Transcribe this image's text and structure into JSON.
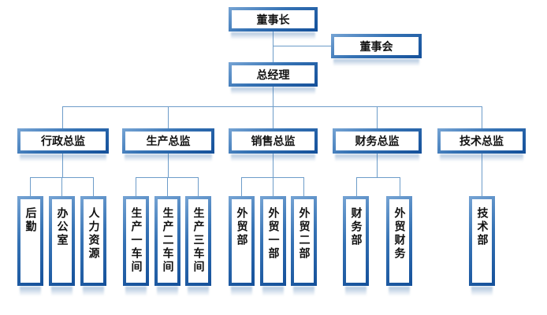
{
  "diagram_type": "organization-chart",
  "org": {
    "chairman": {
      "label": "董事长"
    },
    "board": {
      "label": "董事会"
    },
    "general_manager": {
      "label": "总经理"
    },
    "departments": [
      {
        "label": "行政总监",
        "children": [
          "后勤",
          "办公室",
          "人力资源"
        ]
      },
      {
        "label": "生产总监",
        "children": [
          "生产一车间",
          "生产二车间",
          "生产三车间"
        ]
      },
      {
        "label": "销售总监",
        "children": [
          "外贸部",
          "外贸一部",
          "外贸二部"
        ]
      },
      {
        "label": "财务总监",
        "children": [
          "财务部",
          "外贸财务"
        ]
      },
      {
        "label": "技术总监",
        "children": [
          "技术部"
        ]
      }
    ]
  },
  "colors": {
    "border_gradient_light": "#76a4d4",
    "border_gradient_dark": "#14509a",
    "box_fill": "#ffffff",
    "connector": "#6d9cc9",
    "text": "#111111",
    "background": "#ffffff"
  }
}
